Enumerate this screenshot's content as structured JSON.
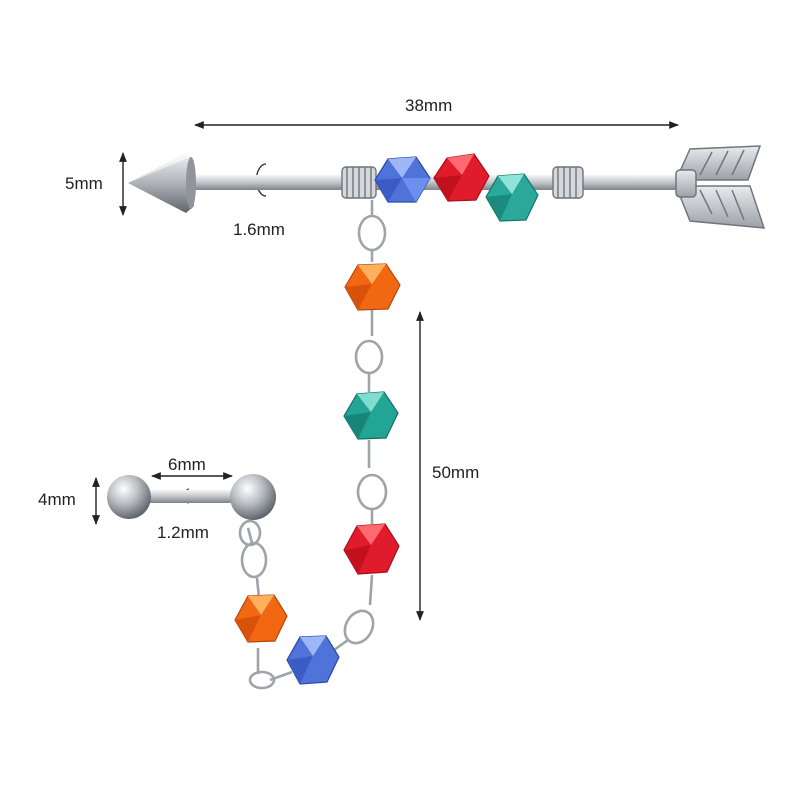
{
  "dimensions": {
    "barbell_length": "38mm",
    "arrowhead_width": "5mm",
    "barbell_gauge": "1.6mm",
    "stud_length": "6mm",
    "stud_ball": "4mm",
    "stud_gauge": "1.2mm",
    "chain_length": "50mm"
  },
  "colors": {
    "metal": "#c9cdd2",
    "bead_blue": "#5b7fe0",
    "bead_red": "#e01c2c",
    "bead_teal": "#27a89a",
    "bead_orange": "#f06a10"
  }
}
